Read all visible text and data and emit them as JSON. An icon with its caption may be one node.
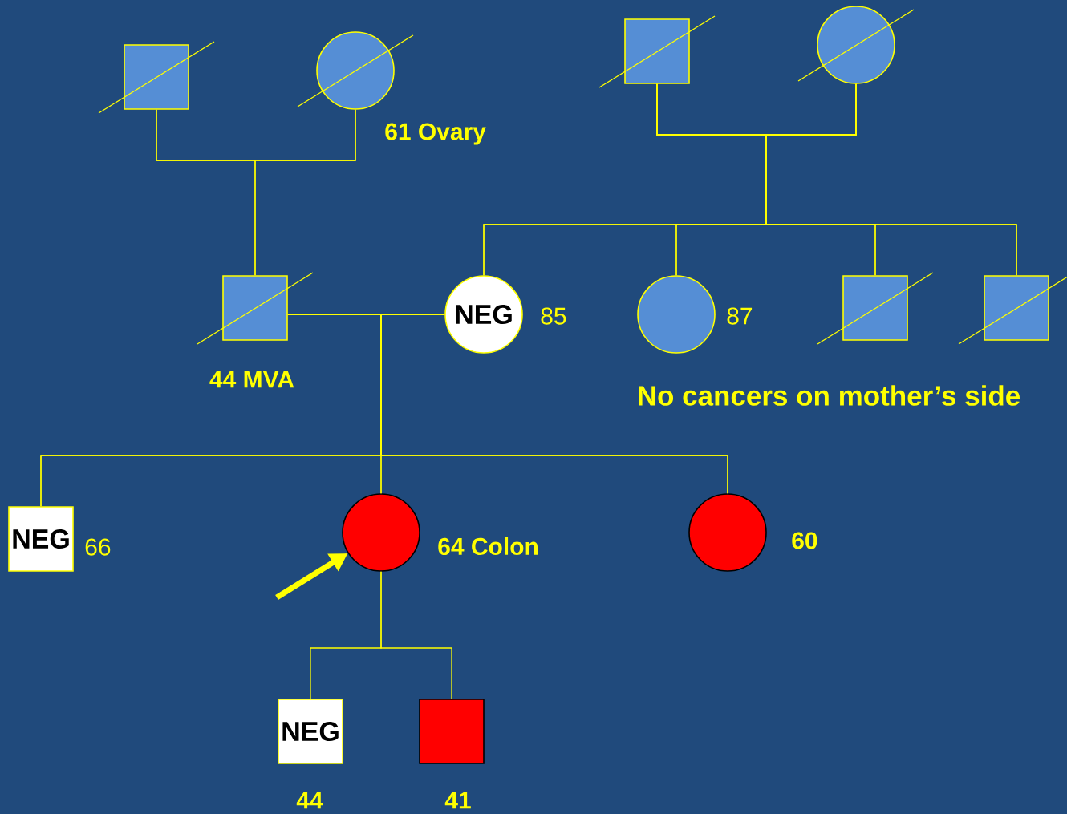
{
  "diagram": {
    "nodes": [
      {
        "text": [],
        "shape": "box"
      },
      {
        "text": [],
        "shape": "circle",
        "beside": [
          "61 Ovary"
        ]
      },
      {
        "text": [],
        "shape": "box"
      },
      {
        "text": [],
        "shape": "circle"
      },
      {
        "text": [],
        "shape": "box",
        "beside": [
          "44 MVA"
        ]
      },
      {
        "text": [
          "NEG"
        ],
        "beside": [
          "85"
        ]
      },
      {
        "text": [],
        "shape": "circle",
        "beside": [
          "87"
        ]
      },
      {
        "text": [],
        "shape": "box"
      },
      {
        "text": [],
        "shape": "box"
      },
      {
        "text": [
          "NEG"
        ],
        "beside": [
          "66"
        ]
      },
      {
        "text": [],
        "shape": "circle",
        "beside": [
          "64 Colon"
        ]
      },
      {
        "text": [],
        "shape": "circle",
        "beside": [
          "60"
        ]
      },
      {
        "text": [
          "NEG"
        ],
        "beside": [
          "44"
        ]
      },
      {
        "text": [],
        "shape": "box",
        "beside": [
          "41"
        ]
      }
    ],
    "edges": [
      {
        "from": 0,
        "to": 1,
        "arrow": "none"
      },
      {
        "from": 0,
        "to": 4,
        "arrow": "none"
      },
      {
        "from": 1,
        "to": 4,
        "arrow": "none"
      },
      {
        "from": 2,
        "to": 3,
        "arrow": "none"
      },
      {
        "from": 2,
        "to": 5,
        "arrow": "none"
      },
      {
        "from": 3,
        "to": 5,
        "arrow": "none"
      },
      {
        "from": 2,
        "to": 6,
        "arrow": "none"
      },
      {
        "from": 3,
        "to": 6,
        "arrow": "none"
      },
      {
        "from": 2,
        "to": 7,
        "arrow": "none"
      },
      {
        "from": 3,
        "to": 7,
        "arrow": "none"
      },
      {
        "from": 2,
        "to": 8,
        "arrow": "none"
      },
      {
        "from": 3,
        "to": 8,
        "arrow": "none"
      },
      {
        "from": 4,
        "to": 5,
        "arrow": "none"
      },
      {
        "from": 4,
        "to": 9,
        "arrow": "none"
      },
      {
        "from": 5,
        "to": 9,
        "arrow": "none"
      },
      {
        "from": 4,
        "to": 10,
        "arrow": "none"
      },
      {
        "from": 5,
        "to": 10,
        "arrow": "none"
      },
      {
        "from": 4,
        "to": 11,
        "arrow": "none"
      },
      {
        "from": 5,
        "to": 11,
        "arrow": "none"
      },
      {
        "from": 10,
        "to": 12,
        "arrow": "none"
      },
      {
        "from": 10,
        "to": 13,
        "arrow": "none"
      },
      {
        "from": null,
        "to": 10,
        "arrow": "to",
        "style": "thick"
      }
    ],
    "labels": [
      "No cancers on mother’s side"
    ]
  }
}
